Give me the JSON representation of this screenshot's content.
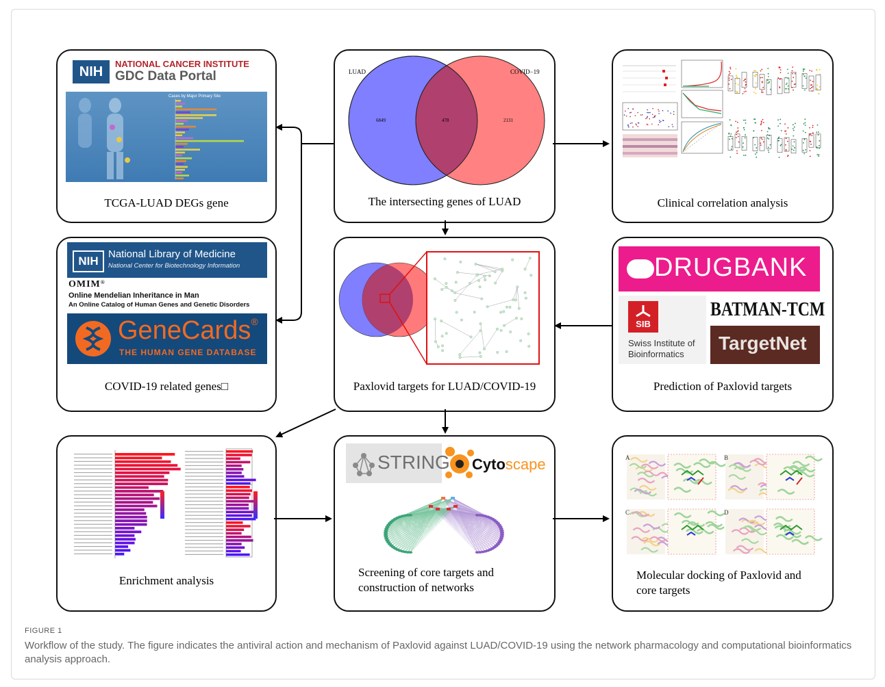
{
  "panels": {
    "tcga": {
      "caption": "TCGA-LUAD DEGs gene",
      "nih_badge": "NIH",
      "nci_title": "NATIONAL CANCER INSTITUTE",
      "gdc_title": "GDC Data Portal",
      "chart_title": "Cases by Major Primary Site"
    },
    "venn": {
      "caption": "The intersecting genes of LUAD",
      "left_label": "LUAD",
      "right_label": "COVID−19",
      "left_count": "6849",
      "middle_count": "478",
      "right_count": "2131"
    },
    "clinical": {
      "caption": "Clinical correlation analysis"
    },
    "covid": {
      "caption": "COVID-19 related genes□",
      "nih_badge": "NIH",
      "nlm_title": "National Library of Medicine",
      "nlm_sub": "National Center for Biotechnology Information",
      "omim_title": "OMIM",
      "omim_reg": "®",
      "omim_line": "Online Mendelian Inheritance in Man",
      "omim_catalog": "An Online Catalog of Human Genes and Genetic Disorders",
      "genecards_title": "GeneCards",
      "genecards_reg": "®",
      "genecards_sub": "THE HUMAN GENE DATABASE"
    },
    "paxlovid": {
      "caption": "Paxlovid targets for LUAD/COVID-19"
    },
    "prediction": {
      "caption": "Prediction of Paxlovid targets",
      "drugbank": "DRUGBANK",
      "batman": "BATMAN-TCM",
      "sib": "SIB",
      "sib_line1": "Swiss Institute of",
      "sib_line2": "Bioinformatics",
      "targetnet": "TargetNet"
    },
    "enrichment": {
      "caption": "Enrichment analysis"
    },
    "screening": {
      "caption_line1": "Screening of core targets and",
      "caption_line2": "construction of networks",
      "string_logo": "STRING",
      "cytoscape_cyto": "Cyto",
      "cytoscape_scape": "scape"
    },
    "docking": {
      "caption_line1": "Molecular docking of Paxlovid and",
      "caption_line2": "core targets",
      "labels": [
        "A",
        "B",
        "C",
        "D"
      ]
    }
  },
  "figure": {
    "label": "FIGURE 1",
    "caption": "Workflow of the study. The figure indicates the antiviral action and mechanism of Paxlovid against LUAD/COVID-19 using the network pharmacology and computational bioinformatics analysis approach."
  },
  "colors": {
    "venn_blue": "#7f7fff",
    "venn_red": "#ff7a7a",
    "nih_blue": "#20558a",
    "nci_red": "#b2242b",
    "drugbank_magenta": "#ec1c8d",
    "genecards_orange": "#f26a21",
    "targetnet_brown": "#5b2a22"
  }
}
